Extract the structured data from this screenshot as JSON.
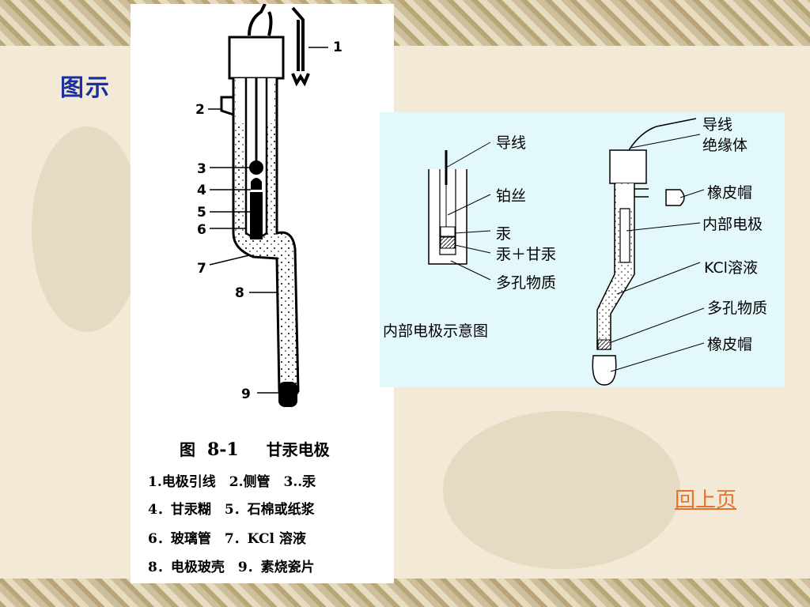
{
  "slide": {
    "title": "图示",
    "back_link": "回上页"
  },
  "figure_left": {
    "labels": [
      "1",
      "2",
      "3",
      "4",
      "5",
      "6",
      "7",
      "8",
      "9"
    ],
    "caption_title": "图",
    "caption_number": "8-1",
    "caption_name": "甘汞电极",
    "legend_lines": [
      "1.电极引线　2.侧管　3..汞",
      "4．甘汞糊　5．石棉或纸浆",
      "6．玻璃管　7．KCl 溶液",
      "8．电极玻壳　9．素烧瓷片"
    ]
  },
  "figure_right": {
    "inner": {
      "labels": [
        "导线",
        "铂丝",
        "汞",
        "汞＋甘汞",
        "多孔物质"
      ],
      "caption": "内部电极示意图"
    },
    "outer": {
      "labels": [
        "导线",
        "绝缘体",
        "橡皮帽",
        "内部电极",
        "KCl溶液",
        "多孔物质",
        "橡皮帽"
      ]
    }
  },
  "colors": {
    "title": "#1a2fa0",
    "link": "#e8702a",
    "right_panel_bg": "#e3f8fb"
  }
}
